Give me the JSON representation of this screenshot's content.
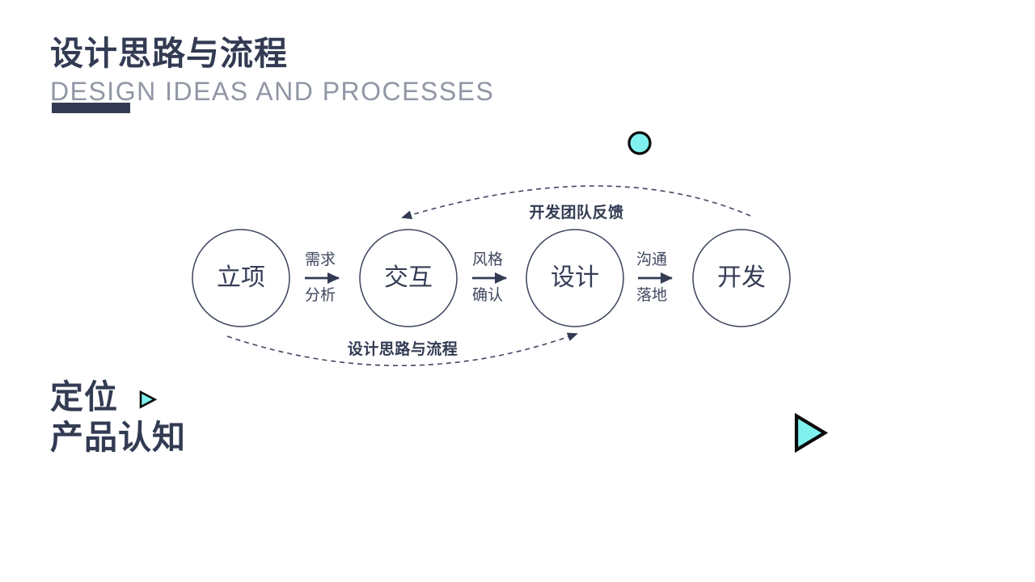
{
  "header": {
    "title": "设计思路与流程",
    "subtitle": "DESIGN IDEAS AND PROCESSES"
  },
  "diagram": {
    "steps": [
      {
        "label": "立项"
      },
      {
        "label": "交互"
      },
      {
        "label": "设计"
      },
      {
        "label": "开发"
      }
    ],
    "connectors": [
      {
        "top": "需求",
        "bottom": "分析"
      },
      {
        "top": "风格",
        "bottom": "确认"
      },
      {
        "top": "沟通",
        "bottom": "落地"
      }
    ],
    "feedback_arc_label": "开发团队反馈",
    "process_arc_label": "设计思路与流程"
  },
  "footer": {
    "line1": "定位",
    "line2": "产品认知"
  },
  "icons": {
    "dot": "cyan-dot-icon",
    "small_triangle": "play-triangle-icon",
    "large_triangle": "play-triangle-icon"
  },
  "colors": {
    "navy": "#333b53",
    "gray": "#9096a4",
    "cyan": "#80f1ef",
    "circle_outline": "#3c445d",
    "black": "#0b0b0b",
    "background": "#ffffff"
  }
}
